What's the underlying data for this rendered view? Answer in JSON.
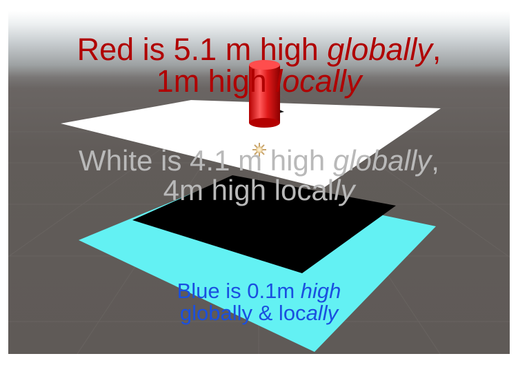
{
  "labels": {
    "red": {
      "line1_a": "Red is 5.1 m high ",
      "line1_b": "globally",
      "line1_c": ",",
      "line2_a": "1m high ",
      "line2_b": "locally"
    },
    "white": {
      "line1_a": "White is 4.1 m high ",
      "line1_b": "globally",
      "line1_c": ",",
      "line2_a": "4m high local",
      "line2_b": "ly"
    },
    "blue": {
      "line1_a": "Blue is 0.1m ",
      "line1_b": "high",
      "line2_a": "globally & loc",
      "line2_b": "ally"
    }
  },
  "colors": {
    "red_text": "#b00000",
    "white_text": "#b9b9b9",
    "blue_text": "#1a4fe0",
    "cyan_plane": "#63f1f3",
    "black_plane": "#000000",
    "white_plane": "#ffffff",
    "red_cylinder": "#d41414"
  }
}
